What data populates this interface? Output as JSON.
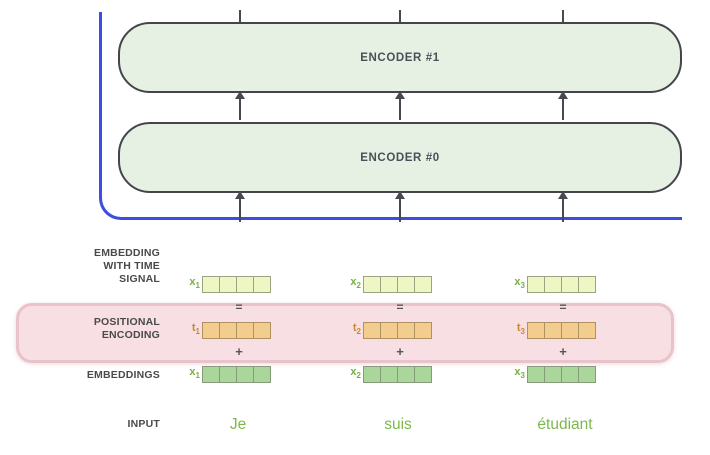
{
  "encoder_stack": {
    "encoder_1": "ENCODER #1",
    "encoder_0": "ENCODER #0"
  },
  "rows": {
    "time_signal": {
      "label": [
        "EMBEDDING",
        "WITH TIME",
        "SIGNAL"
      ],
      "vectors": [
        {
          "name": "x",
          "sub": "1"
        },
        {
          "name": "x",
          "sub": "2"
        },
        {
          "name": "x",
          "sub": "3"
        }
      ]
    },
    "positional": {
      "label": [
        "POSITIONAL",
        "ENCODING"
      ],
      "vectors": [
        {
          "name": "t",
          "sub": "1"
        },
        {
          "name": "t",
          "sub": "2"
        },
        {
          "name": "t",
          "sub": "3"
        }
      ]
    },
    "embeddings": {
      "label": [
        "EMBEDDINGS"
      ],
      "vectors": [
        {
          "name": "x",
          "sub": "1"
        },
        {
          "name": "x",
          "sub": "2"
        },
        {
          "name": "x",
          "sub": "3"
        }
      ]
    }
  },
  "operators": {
    "equals": "=",
    "plus": "+"
  },
  "input_row": {
    "label": "INPUT",
    "words": [
      "Je",
      "suis",
      "étudiant"
    ]
  },
  "cells_per_vector": 4,
  "colors": {
    "encoder_fill": "#e7f1e3",
    "encoder_border": "#42464b",
    "encoder_text": "#4b4f58",
    "label_text": "#4a4a4a",
    "arrow": "#46494d",
    "blue_line": "#3c4de0",
    "pink_fill": "#f8dfe4",
    "pink_border": "#e9c3ca",
    "time_signal_cell_fill": "#eef7c4",
    "time_signal_cell_border": "#9aa382",
    "positional_cell_fill": "#f2cd8e",
    "positional_cell_border": "#ae9265",
    "embedding_cell_fill": "#abd69b",
    "embedding_cell_border": "#879b7c",
    "green_label": "#76b043",
    "orange_label": "#c8882f",
    "input_word_color": "#7cb84e",
    "operator_color": "#54575c"
  }
}
